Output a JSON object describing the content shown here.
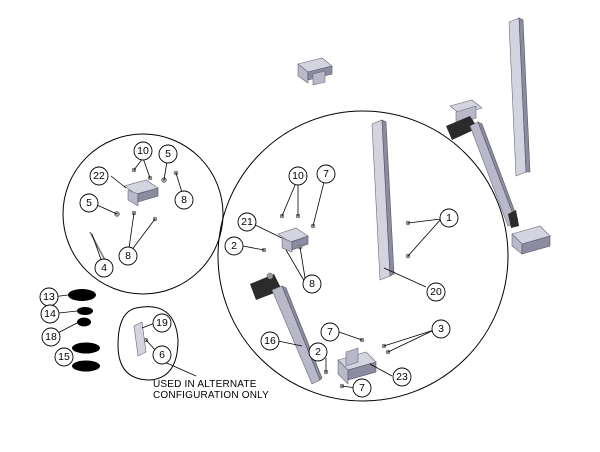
{
  "callouts": [
    {
      "id": "c1",
      "label": "1"
    },
    {
      "id": "c2a",
      "label": "2"
    },
    {
      "id": "c2b",
      "label": "2"
    },
    {
      "id": "c3",
      "label": "3"
    },
    {
      "id": "c4",
      "label": "4"
    },
    {
      "id": "c5a",
      "label": "5"
    },
    {
      "id": "c5b",
      "label": "5"
    },
    {
      "id": "c6",
      "label": "6"
    },
    {
      "id": "c7a",
      "label": "7"
    },
    {
      "id": "c7b",
      "label": "7"
    },
    {
      "id": "c7c",
      "label": "7"
    },
    {
      "id": "c8a",
      "label": "8"
    },
    {
      "id": "c8b",
      "label": "8"
    },
    {
      "id": "c8c",
      "label": "8"
    },
    {
      "id": "c10a",
      "label": "10"
    },
    {
      "id": "c10b",
      "label": "10"
    },
    {
      "id": "c13",
      "label": "13"
    },
    {
      "id": "c14",
      "label": "14"
    },
    {
      "id": "c15",
      "label": "15"
    },
    {
      "id": "c16",
      "label": "16"
    },
    {
      "id": "c18",
      "label": "18"
    },
    {
      "id": "c19",
      "label": "19"
    },
    {
      "id": "c20",
      "label": "20"
    },
    {
      "id": "c21",
      "label": "21"
    },
    {
      "id": "c22",
      "label": "22"
    },
    {
      "id": "c23",
      "label": "23"
    }
  ],
  "note": {
    "line1": "USED IN ALTERNATE",
    "line2": "CONFIGURATION ONLY"
  }
}
